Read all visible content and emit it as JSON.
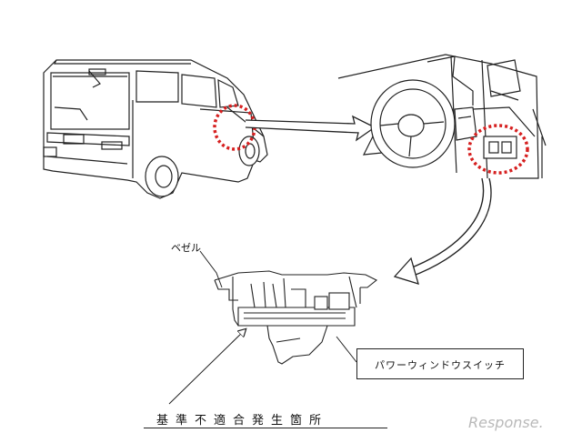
{
  "labels": {
    "bezel": "ベゼル",
    "power_window_switch": "パワーウィンドウスイッチ",
    "defect_location": "基準不適合発生箇所"
  },
  "watermark": {
    "text": "Response."
  },
  "colors": {
    "highlight_circle": "#d62020",
    "line_art": "#222222",
    "watermark": "#b9b9b9"
  }
}
